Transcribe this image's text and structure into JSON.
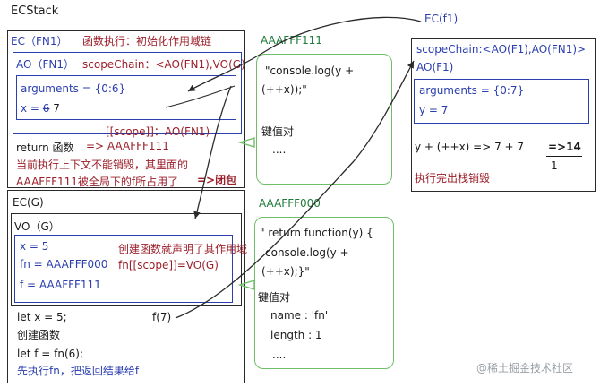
{
  "ecstack_label": "ECStack",
  "fn1": {
    "title": "EC（FN1）",
    "title_note": "函数执行：初始化作用域链",
    "ao_title": "AO（FN1）",
    "scopechain": "scopeChain：<AO(FN1),VO(G)",
    "arguments": "arguments  = {0:6}",
    "x_name": "x = ",
    "x_old": "6",
    "x_new": "7",
    "scope_note": "[[scope]]：AO(FN1)",
    "return_label": "return 函数",
    "return_value": "=> AAAFFF111",
    "closure_text_1": "当前执行上下文不能销毁，其里面的",
    "closure_text_2": "AAAFFF111被全局下的f所占用了",
    "closure_label": "=>闭包"
  },
  "heap_top": {
    "addr": "AAAFFF111",
    "code_1": "\"console.log(y +",
    "code_2": "(++x));\"",
    "kv_label": "键值对",
    "ellipsis": "...."
  },
  "f1": {
    "title": "EC(f1)",
    "scopechain": "scopeChain:<AO(F1),AO(FN1)>",
    "ao_title": "AO(F1)",
    "arguments": "arguments = {0:7}",
    "y": "y = 7",
    "expr": "y + (++x)     => 7 +  7",
    "result": "=>14",
    "result_den": "1",
    "done": "执行完出栈销毁"
  },
  "g": {
    "title": "EC(G)",
    "vo_title": "VO（G）",
    "x": "x  =  5",
    "fn": "fn =  AAAFFF000",
    "fn_note_1": "创建函数就声明了其作用域",
    "fn_note_2": "fn[[scope]]=VO(G)",
    "f": "f =  AAAFFF111",
    "code_1": "let x = 5;",
    "code_f7": "f(7)",
    "code_2": "创建函数",
    "code_3": "let f = fn(6);",
    "code_4": "先执行fn，把返回结果给f"
  },
  "heap_bottom": {
    "addr": "AAAFFF000",
    "code_1": "\" return function(y) {",
    "code_2": "console.log(y +",
    "code_3": "(++x);}\"",
    "kv_label": "键值对",
    "name": "name : 'fn'",
    "length": "length : 1",
    "ellipsis": "...."
  },
  "watermark": "@稀土掘金技术社区",
  "colors": {
    "blue": "#2b3fae",
    "red": "#9b1f2a",
    "green": "#6fbf6a",
    "black": "#2a2a2a"
  }
}
